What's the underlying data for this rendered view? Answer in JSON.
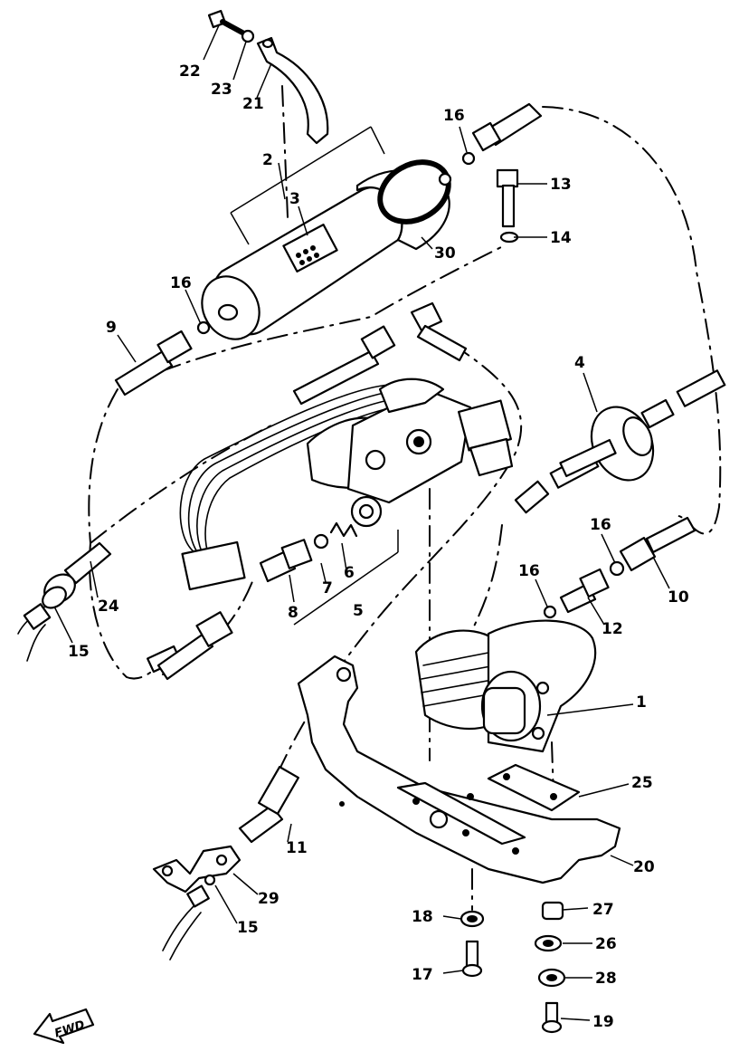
{
  "callouts": [
    {
      "id": "c1",
      "text": "1"
    },
    {
      "id": "c2",
      "text": "2"
    },
    {
      "id": "c3",
      "text": "3"
    },
    {
      "id": "c4",
      "text": "4"
    },
    {
      "id": "c5",
      "text": "5"
    },
    {
      "id": "c6",
      "text": "6"
    },
    {
      "id": "c7",
      "text": "7"
    },
    {
      "id": "c8",
      "text": "8"
    },
    {
      "id": "c9",
      "text": "9"
    },
    {
      "id": "c10",
      "text": "10"
    },
    {
      "id": "c11",
      "text": "11"
    },
    {
      "id": "c12",
      "text": "12"
    },
    {
      "id": "c13",
      "text": "13"
    },
    {
      "id": "c14",
      "text": "14"
    },
    {
      "id": "c15a",
      "text": "15"
    },
    {
      "id": "c15b",
      "text": "15"
    },
    {
      "id": "c16a",
      "text": "16"
    },
    {
      "id": "c16b",
      "text": "16"
    },
    {
      "id": "c16c",
      "text": "16"
    },
    {
      "id": "c16d",
      "text": "16"
    },
    {
      "id": "c17",
      "text": "17"
    },
    {
      "id": "c18",
      "text": "18"
    },
    {
      "id": "c19",
      "text": "19"
    },
    {
      "id": "c20",
      "text": "20"
    },
    {
      "id": "c21",
      "text": "21"
    },
    {
      "id": "c22",
      "text": "22"
    },
    {
      "id": "c23",
      "text": "23"
    },
    {
      "id": "c24",
      "text": "24"
    },
    {
      "id": "c25",
      "text": "25"
    },
    {
      "id": "c26",
      "text": "26"
    },
    {
      "id": "c27",
      "text": "27"
    },
    {
      "id": "c28",
      "text": "28"
    },
    {
      "id": "c29",
      "text": "29"
    },
    {
      "id": "c30",
      "text": "30"
    }
  ],
  "fwd_label": "FWD"
}
